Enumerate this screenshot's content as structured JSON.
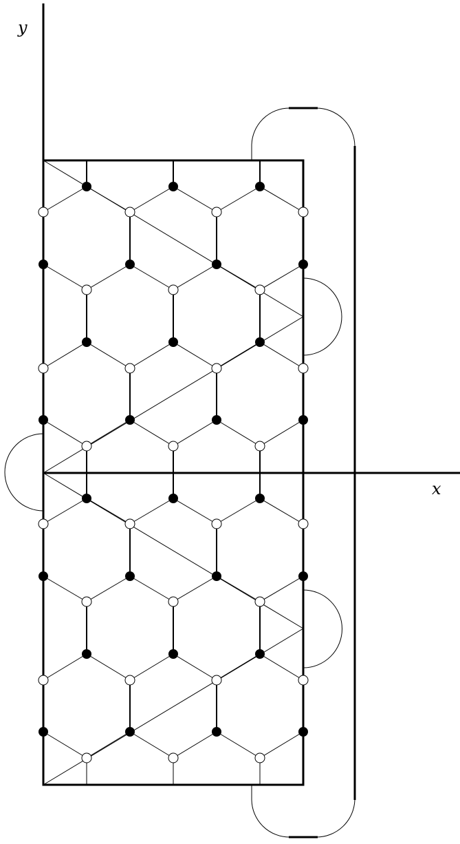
{
  "axes": {
    "x_label": "x",
    "y_label": "y"
  },
  "colors": {
    "stroke": "#000000",
    "background": "#ffffff",
    "filled_node": "#000000",
    "open_node": "#ffffff"
  },
  "lattice": {
    "type": "hexagonal (brick-wall) lattice",
    "node_kinds": [
      "filled",
      "open"
    ]
  }
}
